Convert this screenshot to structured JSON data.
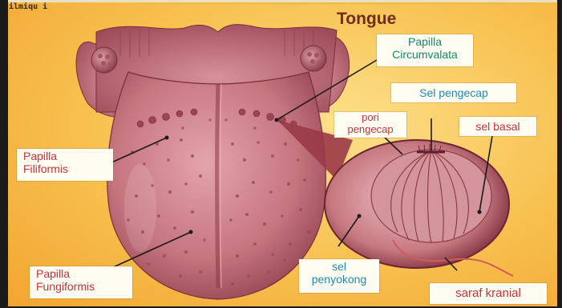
{
  "corner_text": "ilmiqu i",
  "title": "Tongue",
  "labels": {
    "papilla_circumvalata": {
      "line1": "Papilla",
      "line2": "Circumvalata"
    },
    "sel_pengecap": "Sel pengecap",
    "pori_pengecap": {
      "line1": "pori",
      "line2": "pengecap"
    },
    "sel_basal": "sel basal",
    "papilla_filiformis": {
      "line1": "Papilla",
      "line2": "Filiformis"
    },
    "papilla_fungiformis": {
      "line1": "Papilla",
      "line2": "Fungiformis"
    },
    "sel_penyokong": {
      "line1": "sel",
      "line2": "penyokong"
    },
    "saraf_kranial": "saraf kranial"
  },
  "colors": {
    "background": "#f7c04e",
    "tongue": "#c6757f",
    "label_red": "#c8323a",
    "label_blue": "#1d8bb6",
    "label_teal": "#13886c",
    "title": "#6b2f1e"
  }
}
